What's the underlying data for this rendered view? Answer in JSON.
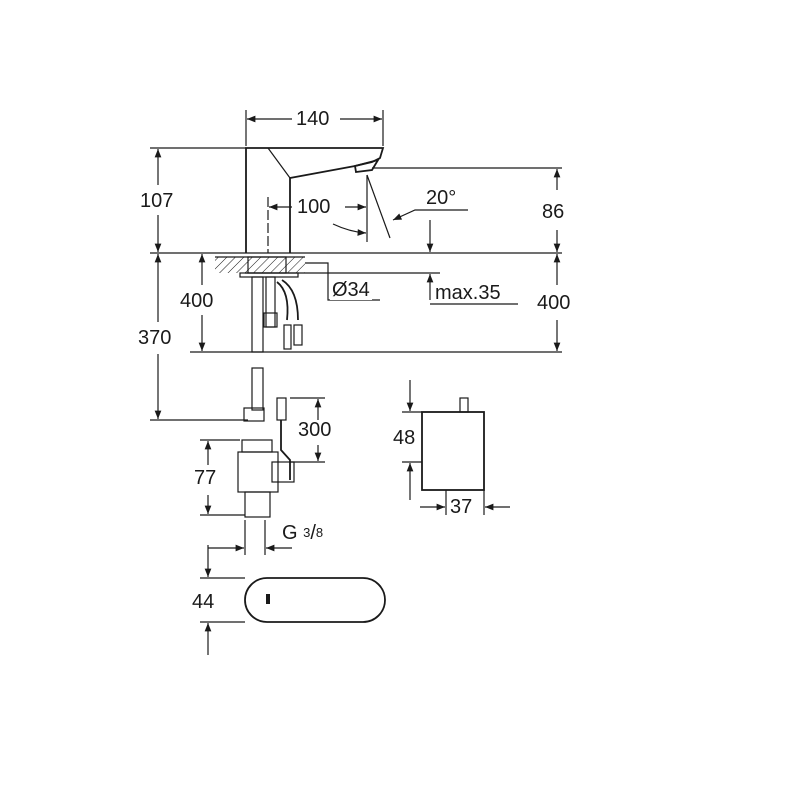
{
  "dimensions": {
    "width_total": "140",
    "height_spout_total": "107",
    "spout_reach": "100",
    "spray_angle": "20°",
    "spout_height": "86",
    "hole_diameter": "Ø34",
    "deck_thickness": "max.35",
    "cable_length_left": "400",
    "cable_length_right": "400",
    "hose_length": "370",
    "sensor_cable": "300",
    "valve_height": "77",
    "box_height": "48",
    "box_width": "37",
    "thread_prefix": "G",
    "thread_num": "3",
    "thread_den": "8",
    "spout_depth": "44"
  }
}
